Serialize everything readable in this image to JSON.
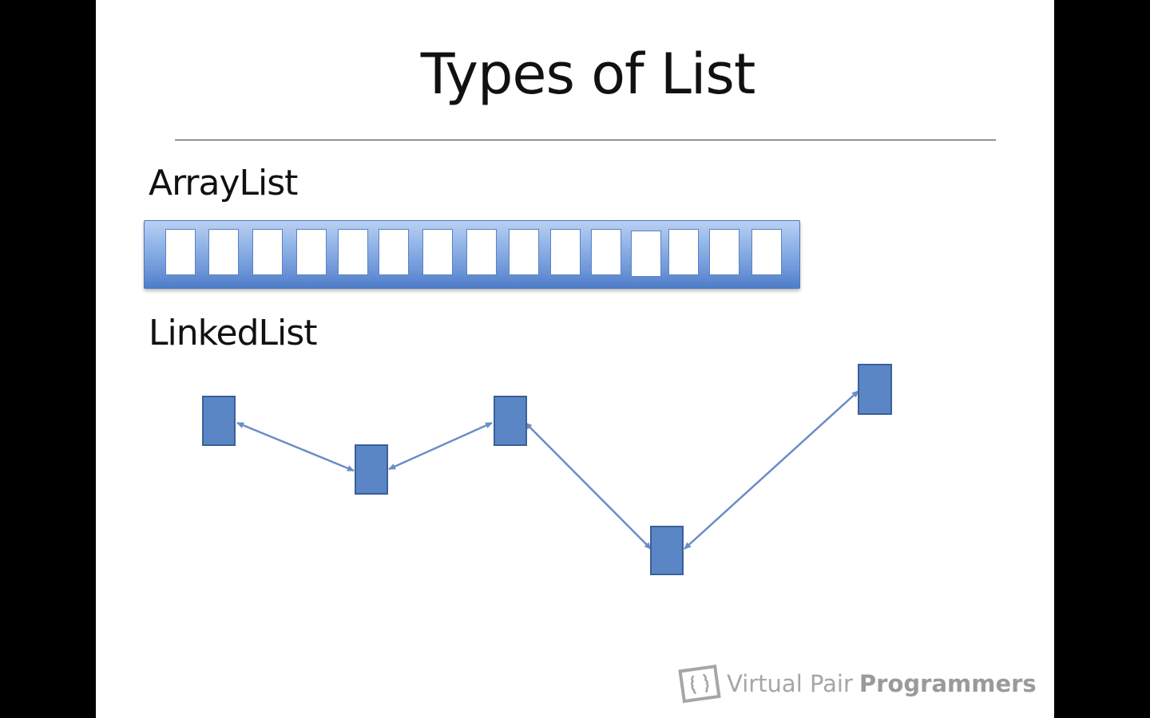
{
  "slide": {
    "title": "Types of List",
    "sections": {
      "arraylist_label": "ArrayList",
      "linkedlist_label": "LinkedList"
    },
    "arraylist": {
      "slot_count": 15
    },
    "linkedlist": {
      "node_count": 5,
      "links": "bidirectional"
    },
    "logo": {
      "brand_light": "Virtual Pair",
      "brand_bold": "Programmers"
    }
  },
  "colors": {
    "node_fill": "#5b86c5",
    "node_border": "#3a5f99",
    "arrow": "#6a8cc8",
    "bar_gradient_top": "#b9d0f2",
    "bar_gradient_bottom": "#4e7cc8",
    "logo_text": "#a6a6a6"
  }
}
